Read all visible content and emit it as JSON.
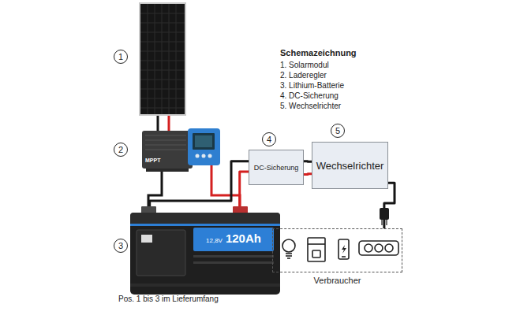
{
  "diagram": {
    "title": "Schemazeichnung",
    "caption": "Pos. 1 bis 3 im Lieferumfang",
    "nodes": [
      {
        "text": [
          "DC-Sicherung"
        ]
      },
      {
        "text": [
          "Wechselrichter"
        ]
      },
      {
        "text": [
          "12,8V",
          "120Ah"
        ]
      },
      {
        "text": [
          "Verbraucher"
        ]
      }
    ],
    "edges": [
      {
        "from": 2,
        "to": 0,
        "arrow": "none"
      },
      {
        "from": 2,
        "to": 0,
        "arrow": "none"
      },
      {
        "from": 0,
        "to": 1,
        "arrow": "none"
      },
      {
        "from": 0,
        "to": 1,
        "arrow": "none"
      },
      {
        "from": 1,
        "to": 3,
        "arrow": "none"
      }
    ],
    "labels": [
      "1",
      "2",
      "3",
      "4",
      "5",
      "1. Solarmodul",
      "2. Laderegler",
      "3. Lithium-Batterie",
      "4. DC-Sicherung",
      "5. Wechselrichter",
      "MPPT"
    ]
  }
}
